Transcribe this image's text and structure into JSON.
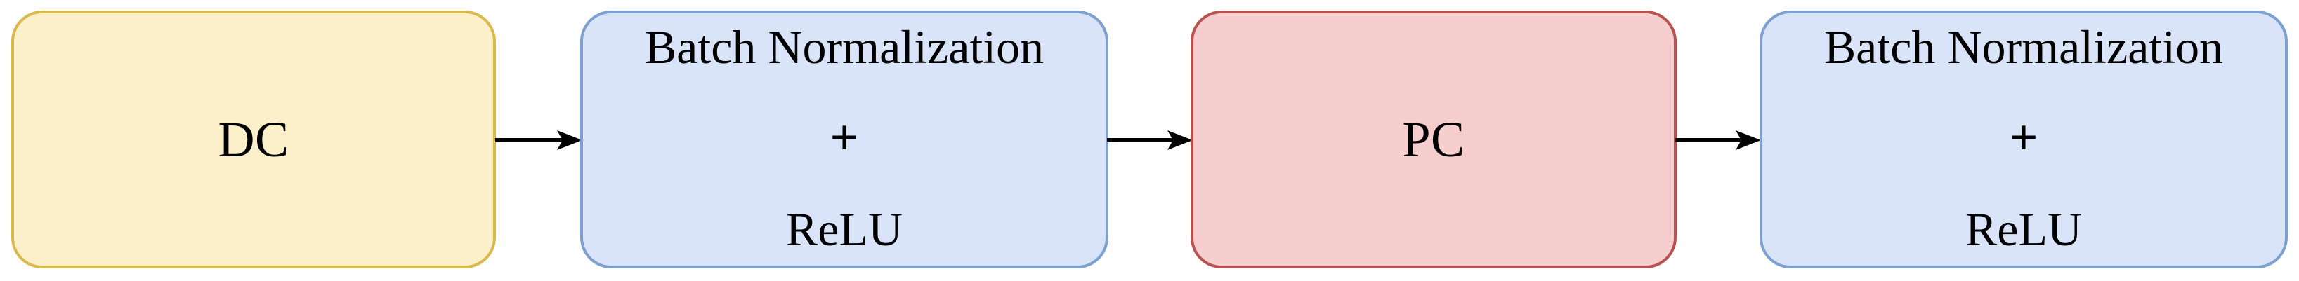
{
  "diagram": {
    "type": "block-flow-diagram",
    "orientation": "left-to-right",
    "background_color": "#ffffff",
    "nodes": [
      {
        "id": "dc",
        "label": "DC",
        "lines": [
          "DC"
        ],
        "fill_color": "#FCF0CB",
        "border_color": "#D9B84C",
        "shape": "rounded-rectangle"
      },
      {
        "id": "bn-relu-1",
        "label": "Batch Normalization + ReLU",
        "lines": [
          "Batch Normalization",
          "+",
          "ReLU"
        ],
        "fill_color": "#D9E4F8",
        "border_color": "#7CA0D0",
        "shape": "rounded-rectangle"
      },
      {
        "id": "pc",
        "label": "PC",
        "lines": [
          "PC"
        ],
        "fill_color": "#F7CECE",
        "border_color": "#B9524F",
        "shape": "rounded-rectangle"
      },
      {
        "id": "bn-relu-2",
        "label": "Batch Normalization + ReLU",
        "lines": [
          "Batch Normalization",
          "+",
          "ReLU"
        ],
        "fill_color": "#D9E4F8",
        "border_color": "#7CA0D0",
        "shape": "rounded-rectangle"
      }
    ],
    "edges": [
      {
        "id": "edge-1",
        "from": "dc",
        "to": "bn-relu-1",
        "style": "solid-arrow",
        "color": "#000000"
      },
      {
        "id": "edge-2",
        "from": "bn-relu-1",
        "to": "pc",
        "style": "solid-arrow",
        "color": "#000000"
      },
      {
        "id": "edge-3",
        "from": "pc",
        "to": "bn-relu-2",
        "style": "solid-arrow",
        "color": "#000000"
      }
    ]
  }
}
